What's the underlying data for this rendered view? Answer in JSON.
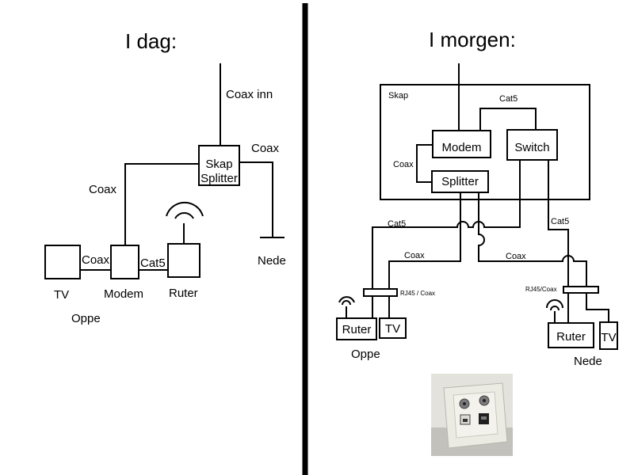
{
  "left": {
    "title": "I dag:",
    "labels": {
      "coax_inn": "Coax inn",
      "coax_right": "Coax",
      "coax_left": "Coax",
      "coax_tv": "Coax",
      "cat5": "Cat5",
      "nede": "Nede",
      "oppe": "Oppe"
    },
    "boxes": {
      "splitter_line1": "Skap",
      "splitter_line2": "Splitter",
      "tv": "TV",
      "modem": "Modem",
      "ruter": "Ruter"
    }
  },
  "right": {
    "title": "I morgen:",
    "labels": {
      "skap": "Skap",
      "cat5_top": "Cat5",
      "coax_side": "Coax",
      "cat5_left": "Cat5",
      "coax_left": "Coax",
      "coax_right": "Coax",
      "cat5_right": "Cat5",
      "outlet_left": "RJ45 / Coax",
      "outlet_right": "RJ45/Coax",
      "oppe": "Oppe",
      "nede": "Nede"
    },
    "boxes": {
      "modem": "Modem",
      "switch": "Switch",
      "splitter": "Splitter",
      "ruter_left": "Ruter",
      "tv_left": "TV",
      "ruter_right": "Ruter",
      "tv_right": "TV"
    }
  },
  "colors": {
    "line": "#000000",
    "divider": "#000000",
    "photo_bg": "#e4e2dc",
    "plate": "#ecebe3"
  }
}
